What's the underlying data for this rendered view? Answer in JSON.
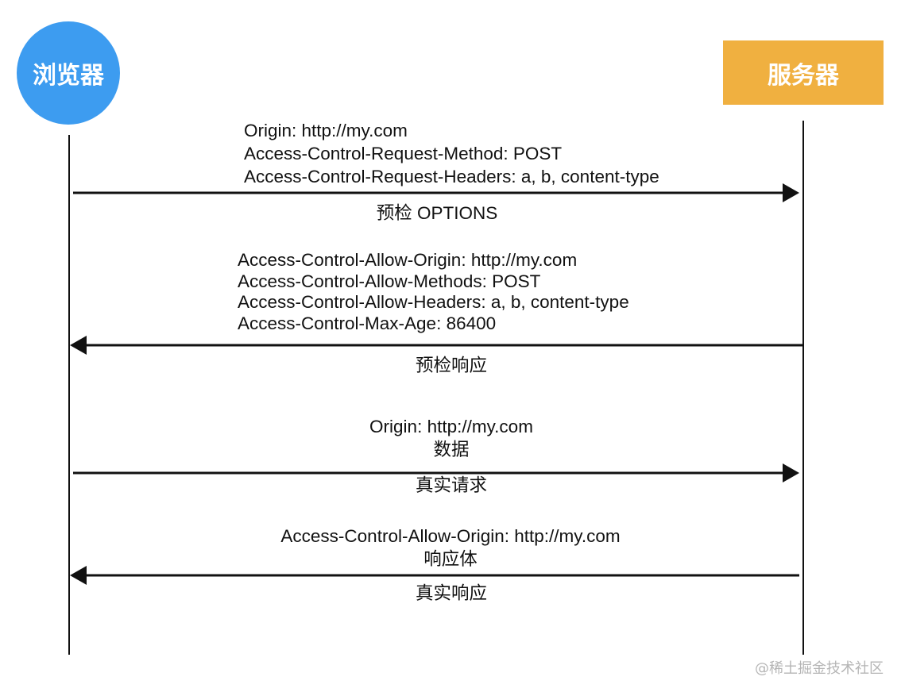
{
  "colors": {
    "browser": "#3d9cf0",
    "server": "#f0b040",
    "line": "#111111"
  },
  "nodes": {
    "browser": "浏览器",
    "server": "服务器"
  },
  "messages": [
    {
      "id": "preflight",
      "direction": "right",
      "headers": [
        "Origin: http://my.com",
        "Access-Control-Request-Method: POST",
        "Access-Control-Request-Headers: a, b, content-type"
      ],
      "label": "预检 OPTIONS"
    },
    {
      "id": "preflight-response",
      "direction": "left",
      "headers": [
        "Access-Control-Allow-Origin: http://my.com",
        "Access-Control-Allow-Methods: POST",
        "Access-Control-Allow-Headers: a, b, content-type",
        "Access-Control-Max-Age: 86400"
      ],
      "label": "预检响应"
    },
    {
      "id": "real-request",
      "direction": "right",
      "headers": [
        "Origin: http://my.com",
        "数据"
      ],
      "label": "真实请求"
    },
    {
      "id": "real-response",
      "direction": "left",
      "headers": [
        "Access-Control-Allow-Origin: http://my.com",
        "响应体"
      ],
      "label": "真实响应"
    }
  ],
  "watermark": "@稀土掘金技术社区"
}
